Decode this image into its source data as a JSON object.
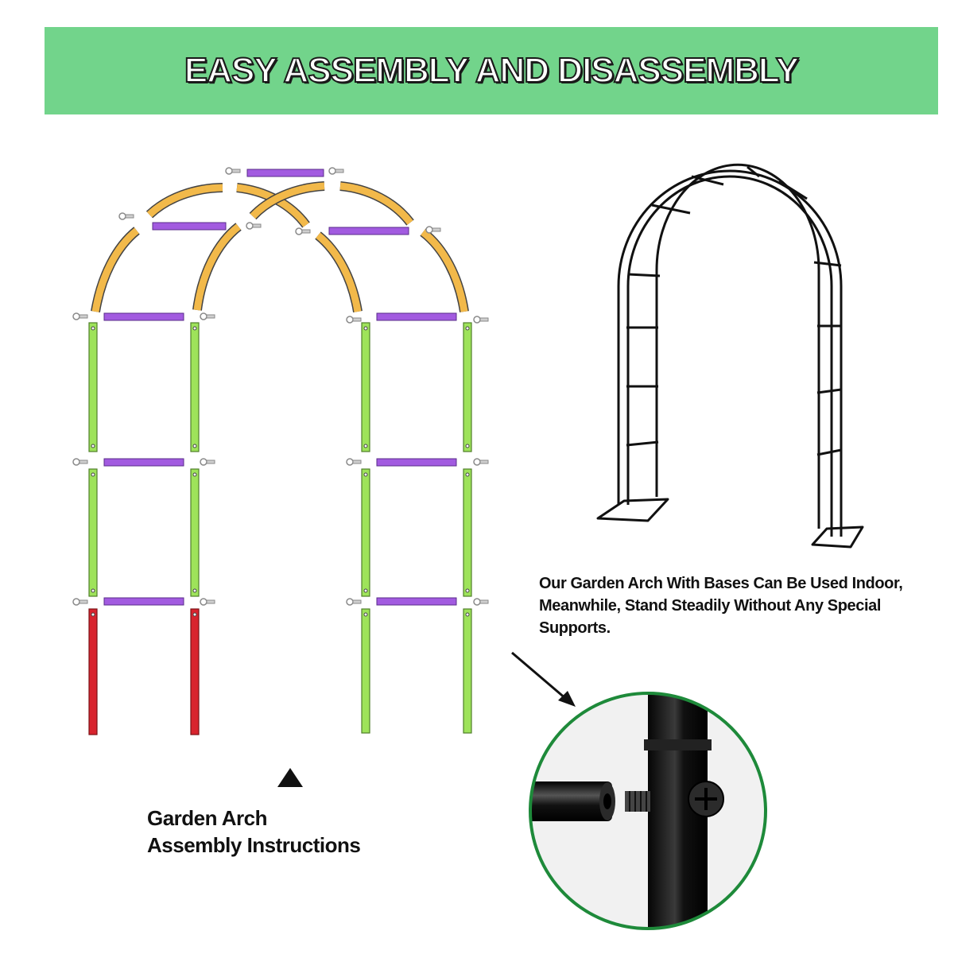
{
  "banner": {
    "title": "EASY ASSEMBLY AND DISASSEMBLY"
  },
  "captions": {
    "assembly_line1": "Garden Arch",
    "assembly_line2": "Assembly Instructions",
    "feature_line1": "Our Garden Arch With Bases Can Be Used Indoor,",
    "feature_line2": "Meanwhile, Stand Steadily Without Any Special",
    "feature_line3": "Supports."
  },
  "colors": {
    "banner": "#72d48b",
    "curved_part": "#f2b94a",
    "crossbar": "#a25be0",
    "straight_part": "#9ee35a",
    "base_part": "#d8242e",
    "frame": "#111111",
    "zoom_ring": "#1e8a3a"
  },
  "icons": {
    "screw": "screw-icon",
    "marker": "triangle-up-icon",
    "arrow": "arrow-down-right-icon"
  }
}
